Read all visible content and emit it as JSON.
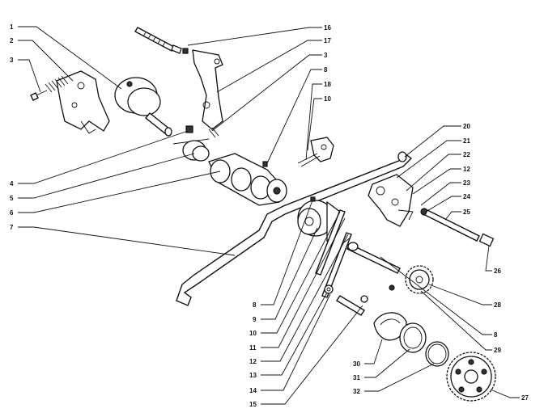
{
  "colors": {
    "ink": "#111111",
    "background": "#ffffff"
  },
  "callouts": [
    {
      "id": "c1",
      "text": "1"
    },
    {
      "id": "c2",
      "text": "2"
    },
    {
      "id": "c3a",
      "text": "3"
    },
    {
      "id": "c4",
      "text": "4"
    },
    {
      "id": "c5",
      "text": "5"
    },
    {
      "id": "c6",
      "text": "6"
    },
    {
      "id": "c7",
      "text": "7"
    },
    {
      "id": "c16",
      "text": "16"
    },
    {
      "id": "c17",
      "text": "17"
    },
    {
      "id": "c3b",
      "text": "3"
    },
    {
      "id": "c8a",
      "text": "8"
    },
    {
      "id": "c18",
      "text": "18"
    },
    {
      "id": "c10a",
      "text": "10"
    },
    {
      "id": "c20",
      "text": "20"
    },
    {
      "id": "c21",
      "text": "21"
    },
    {
      "id": "c22",
      "text": "22"
    },
    {
      "id": "c12a",
      "text": "12"
    },
    {
      "id": "c23",
      "text": "23"
    },
    {
      "id": "c24",
      "text": "24"
    },
    {
      "id": "c25",
      "text": "25"
    },
    {
      "id": "c26",
      "text": "26"
    },
    {
      "id": "c28",
      "text": "28"
    },
    {
      "id": "c8b",
      "text": "8"
    },
    {
      "id": "c29",
      "text": "29"
    },
    {
      "id": "c27",
      "text": "27"
    },
    {
      "id": "c8c",
      "text": "8"
    },
    {
      "id": "c9",
      "text": "9"
    },
    {
      "id": "c10b",
      "text": "10"
    },
    {
      "id": "c11",
      "text": "11"
    },
    {
      "id": "c12b",
      "text": "12"
    },
    {
      "id": "c13",
      "text": "13"
    },
    {
      "id": "c14",
      "text": "14"
    },
    {
      "id": "c15",
      "text": "15"
    },
    {
      "id": "c30",
      "text": "30"
    },
    {
      "id": "c31",
      "text": "31"
    },
    {
      "id": "c32",
      "text": "32"
    }
  ]
}
